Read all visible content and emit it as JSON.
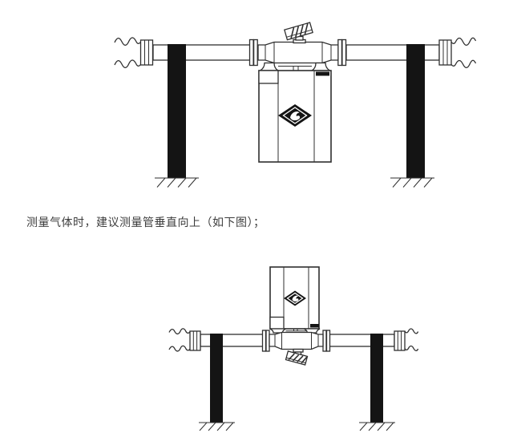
{
  "caption": {
    "text": "测量气体时，建议测量管垂直向上（如下图）；"
  },
  "figures": {
    "top": {
      "name": "flowmeter-measuring-tube-downward"
    },
    "bottom": {
      "name": "flowmeter-measuring-tube-upward"
    }
  },
  "colors": {
    "bg": "#ffffff",
    "line": "#2f2f2f",
    "support": "#141414",
    "text": "#3d3d3d"
  }
}
